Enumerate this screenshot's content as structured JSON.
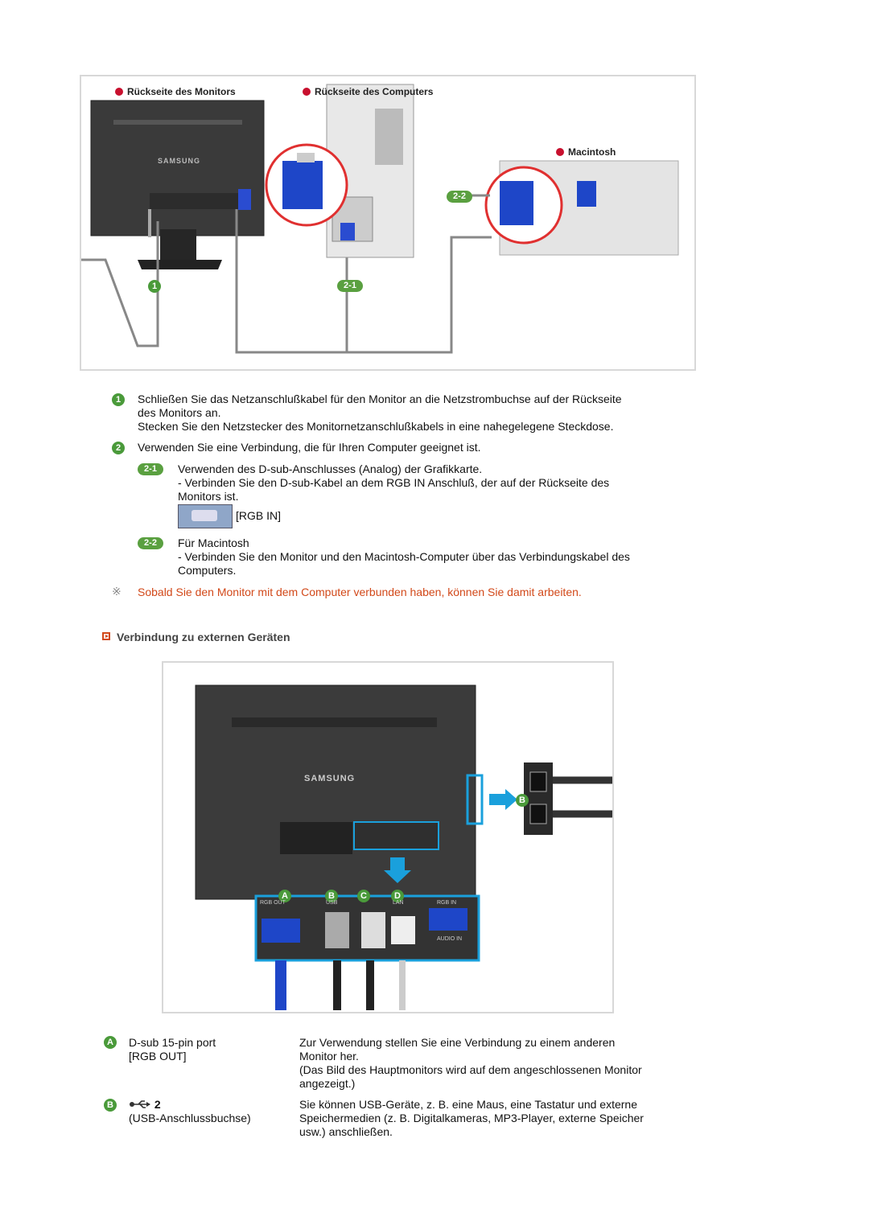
{
  "figure1": {
    "label_monitor": "Rückseite des Monitors",
    "label_computer": "Rückseite des Computers",
    "label_mac": "Macintosh",
    "monitor_brand": "SAMSUNG",
    "badge_1": "1",
    "badge_21": "2-1",
    "badge_22": "2-2"
  },
  "steps": {
    "s1_badge": "1",
    "s1_line1": "Schließen Sie das Netzanschlußkabel für den Monitor an die Netzstrombuchse auf der Rückseite",
    "s1_line2": "des Monitors an.",
    "s1_line3": "Stecken Sie den Netzstecker des Monitornetzanschlußkabels in eine nahegelegene Steckdose.",
    "s2_badge": "2",
    "s2_text": "Verwenden Sie eine Verbindung, die für Ihren Computer geeignet ist.",
    "s21_badge": "2-1",
    "s21_line1": "Verwenden des D-sub-Anschlusses (Analog) der Grafikkarte.",
    "s21_line2": "- Verbinden Sie den D-sub-Kabel an dem RGB IN Anschluß, der auf der Rückseite des",
    "s21_line3": "Monitors ist.",
    "s21_port": "[RGB IN]",
    "s22_badge": "2-2",
    "s22_line1": "Für Macintosh",
    "s22_line2": "- Verbinden Sie den Monitor und den Macintosh-Computer über das Verbindungskabel des",
    "s22_line3": "Computers.",
    "note_mark": "※",
    "note": "Sobald Sie den Monitor mit dem Computer verbunden haben, können Sie damit arbeiten."
  },
  "section2": {
    "title": "Verbindung zu externen Geräten",
    "monitor_brand": "SAMSUNG",
    "markers": [
      "A",
      "B",
      "C",
      "D"
    ],
    "side_marker": "B",
    "port_labels": [
      "RGB OUT",
      "USB",
      "LAN",
      "RGB IN",
      "AUDIO IN"
    ]
  },
  "table": {
    "a_badge": "A",
    "a_left1": "D-sub 15-pin port",
    "a_left2": "[RGB OUT]",
    "a_right1": "Zur Verwendung stellen Sie eine Verbindung zu einem anderen",
    "a_right2": "Monitor her.",
    "a_right3": "(Das Bild des Hauptmonitors wird auf dem angeschlossenen Monitor",
    "a_right4": "angezeigt.)",
    "b_badge": "B",
    "b_left_count": "2",
    "b_left2": "(USB-Anschlussbuchse)",
    "b_right1": "Sie können USB-Geräte, z. B. eine Maus, eine Tastatur und externe",
    "b_right2": "Speichermedien (z. B. Digitalkameras, MP3-Player, externe Speicher",
    "b_right3": "usw.) anschließen."
  },
  "colors": {
    "badge_green": "#4a9a3a",
    "note_orange": "#d2491a",
    "mac_red": "#c8102e",
    "vga_blue": "#1e46c8",
    "arrow_blue": "#1aa0dc"
  }
}
